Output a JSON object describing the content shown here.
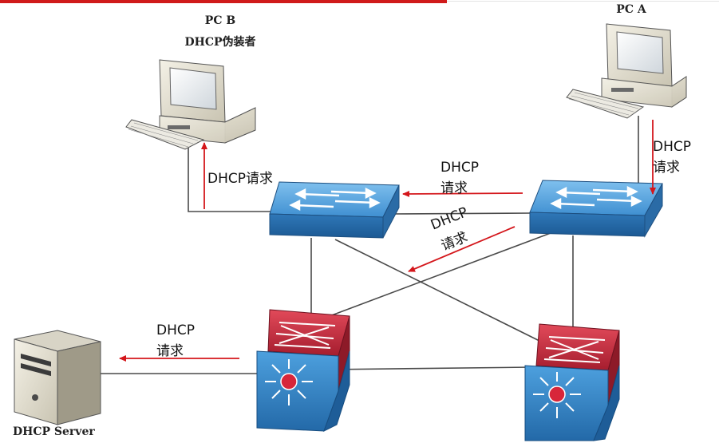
{
  "diagram": {
    "nodes": {
      "pc_b": {
        "name": "PC B",
        "role": "DHCP伪装者"
      },
      "pc_a": {
        "name": "PC A"
      },
      "server": {
        "name": "DHCP Server"
      }
    },
    "arrow_labels": {
      "pc_b_up": "DHCP请求",
      "sw_to_sw": {
        "line1": "DHCP",
        "line2": "请求"
      },
      "sw_to_core": {
        "line1": "DHCP",
        "line2": "请求"
      },
      "pc_a_down": {
        "line1": "DHCP",
        "line2": "请求"
      },
      "core_to_server": {
        "line1": "DHCP",
        "line2": "请求"
      }
    },
    "colors": {
      "link": "#4a4a4a",
      "arrow": "#d4161b",
      "switch_blue": "#3a86c6",
      "core_red": "#c0283a",
      "accent_bar": "#d01a1a"
    }
  }
}
